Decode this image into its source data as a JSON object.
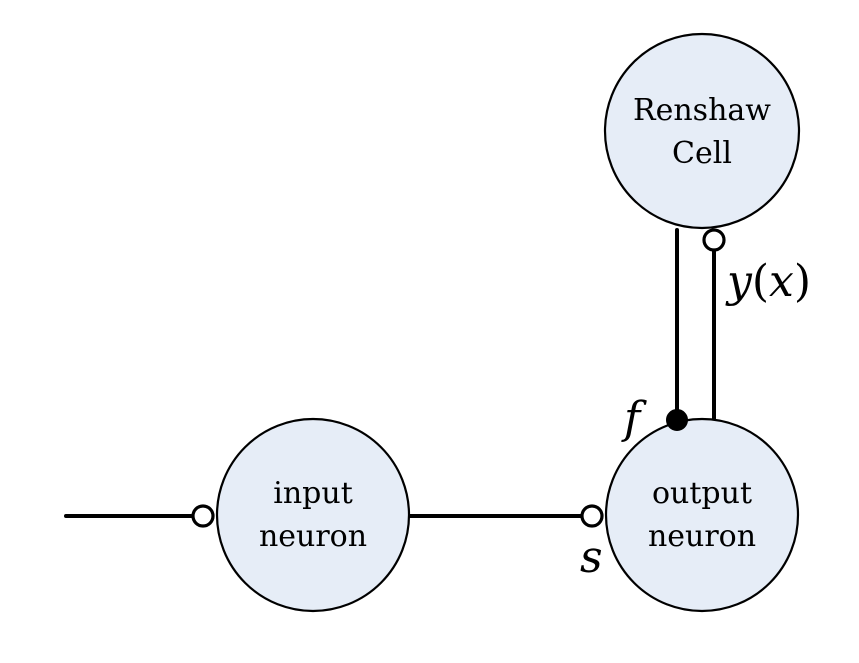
{
  "nodes": {
    "renshaw": {
      "line1": "Renshaw",
      "line2": "Cell"
    },
    "input": {
      "line1": "input",
      "line2": "neuron"
    },
    "output": {
      "line1": "output",
      "line2": "neuron"
    }
  },
  "labels": {
    "y_fn": "y",
    "y_arg": "x",
    "paren_open": "(",
    "paren_close": ")",
    "f": "f",
    "s": "s"
  },
  "colors": {
    "node_fill": "#e6edf7",
    "stroke": "#000000"
  }
}
